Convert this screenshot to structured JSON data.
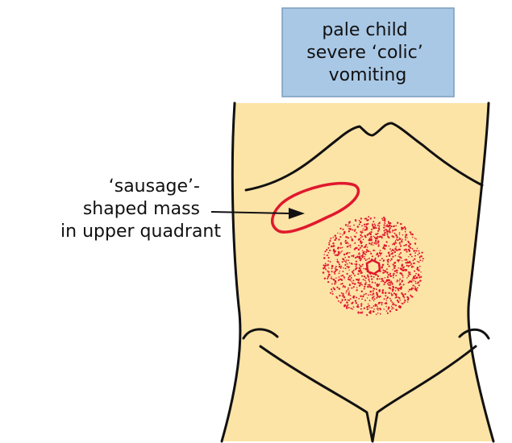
{
  "symptoms_box": {
    "lines": [
      "pale child",
      "severe ‘colic’",
      "vomiting"
    ],
    "fill": "#a9c8e6",
    "border": "#7d9cbd"
  },
  "mass_label": {
    "lines": [
      "‘sausage’-",
      "shaped mass",
      "in upper quadrant"
    ]
  },
  "colors": {
    "skin": "#fce3a6",
    "outline": "#111111",
    "mass_outline": "#e0182d",
    "umbilical_dots": "#e0182d"
  }
}
